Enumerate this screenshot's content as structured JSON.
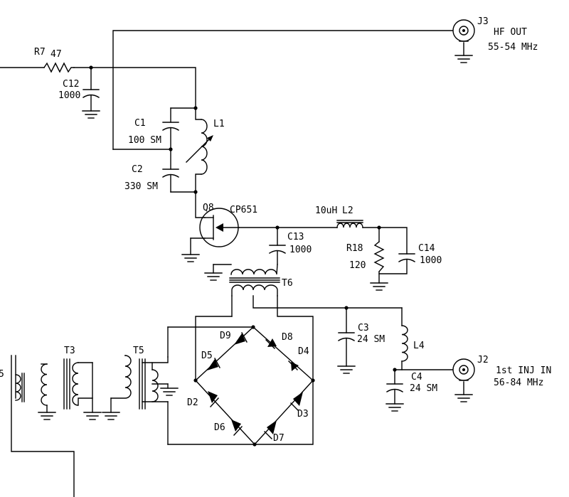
{
  "labels": {
    "r7": "R7",
    "r7_val": "47",
    "c12": "C12",
    "c12_val": "1000",
    "c1": "C1",
    "c1_val": "100 SM",
    "c2": "C2",
    "c2_val": "330 SM",
    "l1": "L1",
    "q8": "Q8",
    "q8_part": "CP651",
    "l2_val": "10uH",
    "l2": "L2",
    "c13": "C13",
    "c13_val": "1000",
    "r18": "R18",
    "r18_val": "120",
    "c14": "C14",
    "c14_val": "1000",
    "t6": "T6",
    "c3": "C3",
    "c3_val": "24 SM",
    "l4": "L4",
    "c4": "C4",
    "c4_val": "24 SM",
    "t3": "T3",
    "t5": "T5",
    "t_left": "5",
    "d9": "D9",
    "d8": "D8",
    "d5": "D5",
    "d4": "D4",
    "d2": "D2",
    "d3": "D3",
    "d6": "D6",
    "d7": "D7"
  },
  "connectors": {
    "j3": {
      "ref": "J3",
      "name": "HF OUT",
      "freq": "55-54 MHz"
    },
    "j2": {
      "ref": "J2",
      "name": "1st INJ IN",
      "freq": "56-84 MHz"
    }
  }
}
